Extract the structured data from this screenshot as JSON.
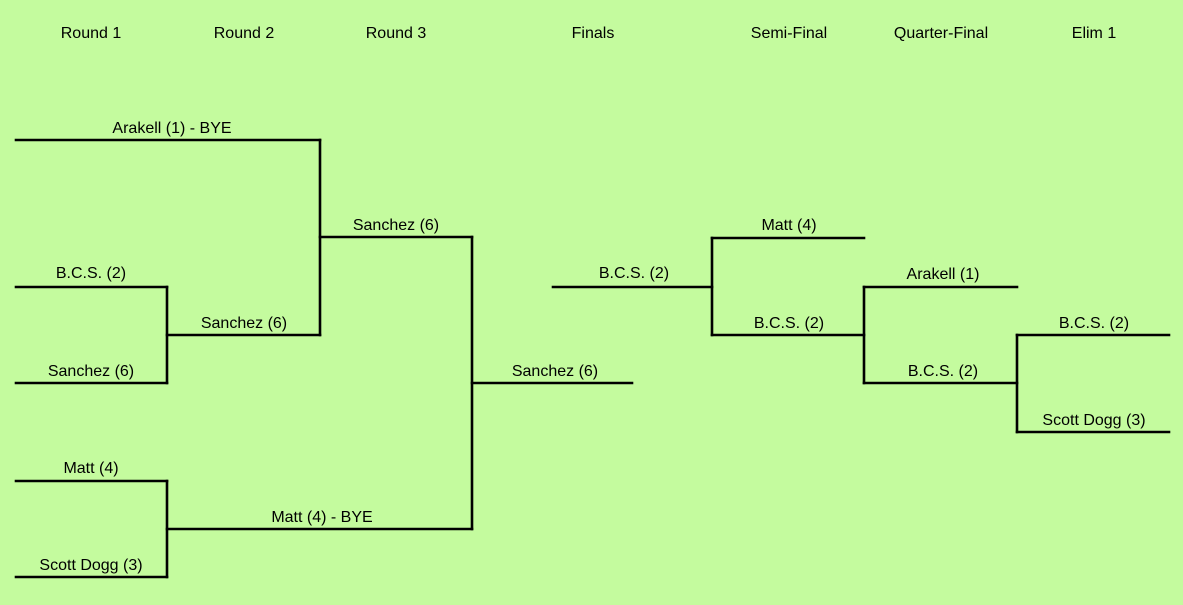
{
  "headers": {
    "round1": "Round 1",
    "round2": "Round 2",
    "round3": "Round 3",
    "finals": "Finals",
    "semi_final": "Semi-Final",
    "quarter_final": "Quarter-Final",
    "elim1": "Elim 1"
  },
  "winners_bracket": {
    "r1_arakell": "Arakell (1) - BYE",
    "r1_bcs": "B.C.S. (2)",
    "r1_sanchez": "Sanchez (6)",
    "r1_matt": "Matt (4)",
    "r1_scott": "Scott Dogg (3)",
    "r2_sanchez": "Sanchez (6)",
    "r2_matt": "Matt (4) - BYE",
    "r3_sanchez": "Sanchez (6)",
    "champion": "Sanchez (6)"
  },
  "losers_bracket": {
    "finals_bcs": "B.C.S. (2)",
    "semi_matt": "Matt (4)",
    "semi_bcs": "B.C.S. (2)",
    "quarter_arakell": "Arakell (1)",
    "quarter_bcs": "B.C.S. (2)",
    "elim_bcs": "B.C.S. (2)",
    "elim_scott": "Scott Dogg (3)"
  },
  "colors": {
    "background": "#c4fb9e",
    "lines": "#000000",
    "text": "#000000"
  }
}
